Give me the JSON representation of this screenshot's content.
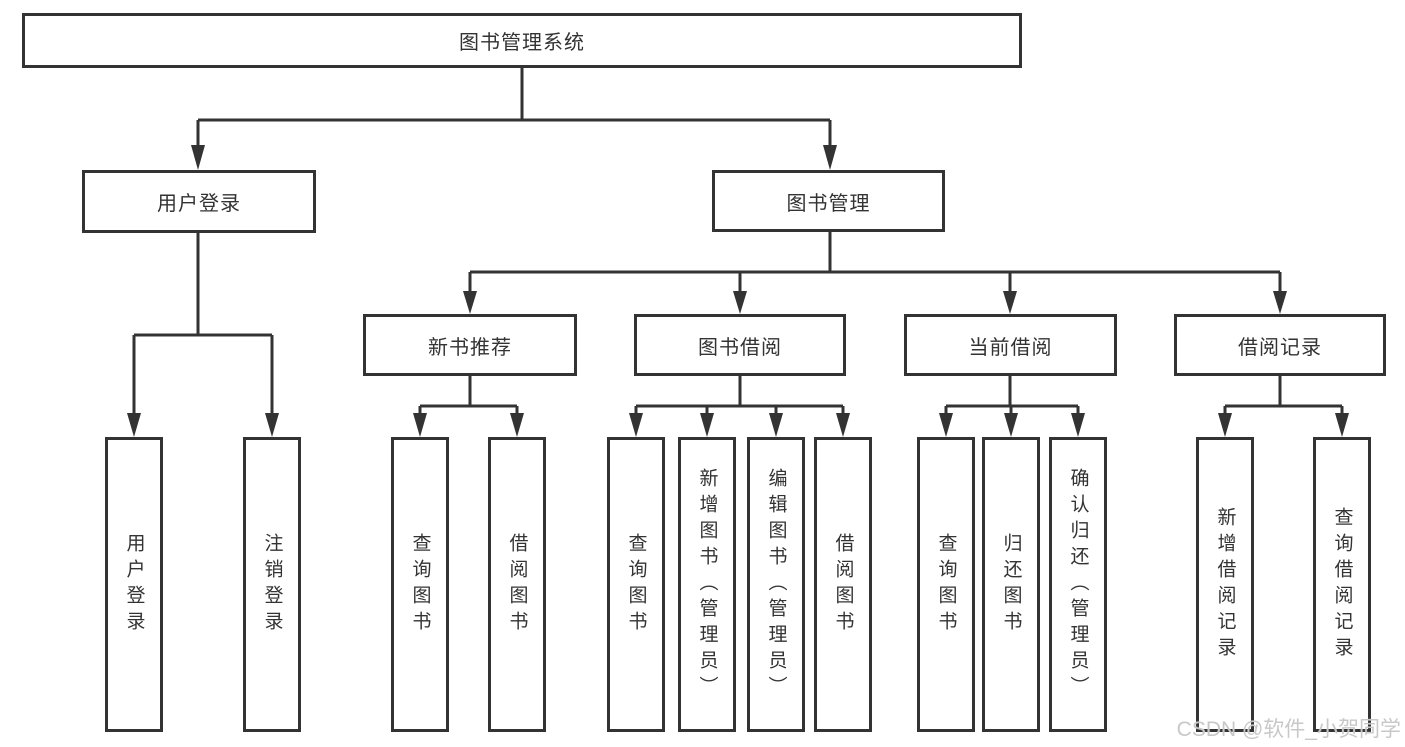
{
  "diagram": {
    "root": {
      "label": "图书管理系统"
    },
    "branches": [
      {
        "label": "用户登录",
        "children": [
          {
            "label": "用户登录"
          },
          {
            "label": "注销登录"
          }
        ]
      },
      {
        "label": "图书管理",
        "children": [
          {
            "label": "新书推荐",
            "children": [
              {
                "label": "查询图书"
              },
              {
                "label": "借阅图书"
              }
            ]
          },
          {
            "label": "图书借阅",
            "children": [
              {
                "label": "查询图书"
              },
              {
                "label": "新增图书（管理员）"
              },
              {
                "label": "编辑图书（管理员）"
              },
              {
                "label": "借阅图书"
              }
            ]
          },
          {
            "label": "当前借阅",
            "children": [
              {
                "label": "查询图书"
              },
              {
                "label": "归还图书"
              },
              {
                "label": "确认归还（管理员）"
              }
            ]
          },
          {
            "label": "借阅记录",
            "children": [
              {
                "label": "新增借阅记录"
              },
              {
                "label": "查询借阅记录"
              }
            ]
          }
        ]
      }
    ],
    "colors": {
      "line": "#333333",
      "box_border": "#333333",
      "box_fill": "#ffffff",
      "text": "#333333",
      "watermark": "#c5c5c5"
    }
  },
  "watermark": {
    "text": "CSDN @软件_小贺同学"
  }
}
